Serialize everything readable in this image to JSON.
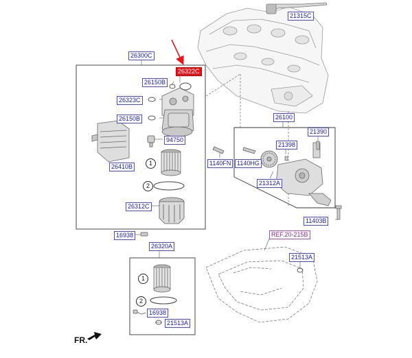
{
  "labels": {
    "p21315C": "21315C",
    "p26300C": "26300C",
    "p26322C": "26322C",
    "p26150B_1": "26150B",
    "p26323C": "26323C",
    "p26150B_2": "26150B",
    "p94750": "94750",
    "p26410B": "26410B",
    "p26312C": "26312C",
    "p16938_1": "16938",
    "p26320A": "26320A",
    "p16938_2": "16938",
    "p21513A_1": "21513A",
    "p26100": "26100",
    "p21390": "21390",
    "p1140FN": "1140FN",
    "p1140HG": "1140HG",
    "p21398": "21398",
    "p21312A": "21312A",
    "p11403B": "11403B",
    "pREF": "REF.20-215B",
    "p21513A_2": "21513A"
  },
  "callouts": {
    "c1a": "1",
    "c2a": "2",
    "c1b": "1",
    "c2b": "2"
  },
  "direction": "FR.",
  "colors": {
    "label_text": "#1a1aa8",
    "label_border": "#4a4ad8",
    "highlight": "#e8141a",
    "ref": "#8a2c8a"
  }
}
